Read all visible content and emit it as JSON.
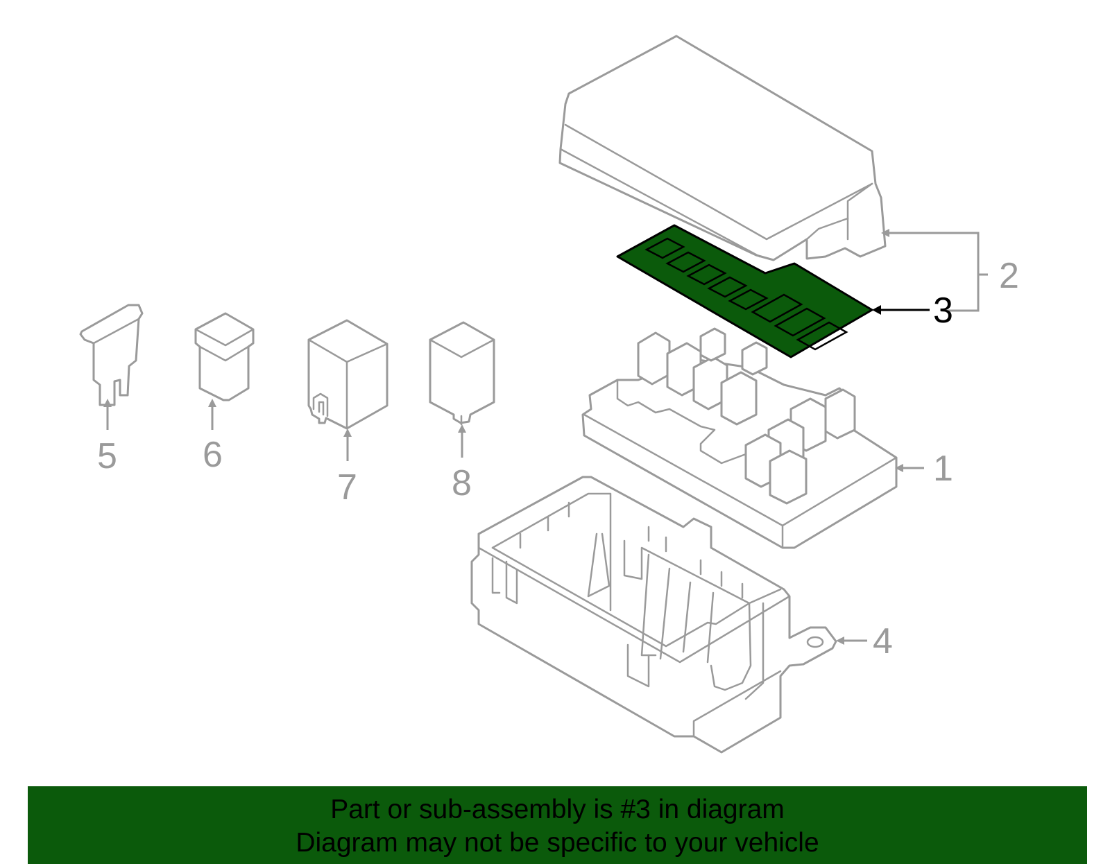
{
  "callouts": [
    "1",
    "2",
    "3",
    "4",
    "5",
    "6",
    "7",
    "8"
  ],
  "highlighted_part": "3",
  "colors": {
    "highlight": "#0b5a0b",
    "line_art": "#9a9a9a",
    "active_line": "#000000",
    "banner": "#0b5a0b"
  },
  "banner": {
    "line1": "Part or sub-assembly is #3 in diagram",
    "line2": "Diagram may not be specific to your vehicle"
  }
}
